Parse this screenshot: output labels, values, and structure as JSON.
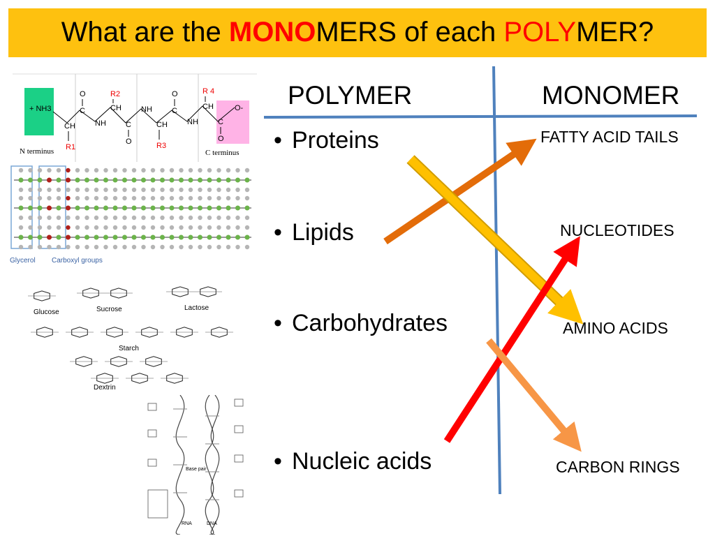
{
  "title": {
    "pre": "What are the ",
    "hl1": "MONO",
    "mid": "MERS of each ",
    "hl2": "POLY",
    "post": "MER?"
  },
  "headers": {
    "polymer": "POLYMER",
    "monomer": "MONOMER"
  },
  "polymers": [
    "Proteins",
    "Lipids",
    "Carbohydrates",
    "Nucleic acids"
  ],
  "monomers": [
    "FATTY ACID TAILS",
    "NUCLEOTIDES",
    "AMINO ACIDS",
    "CARBON RINGS"
  ],
  "protein_fig": {
    "nh3": "+ NH3",
    "nterm": "N terminus",
    "cterm": "C terminus",
    "r1": "R1",
    "r2": "R2",
    "r3": "R3",
    "r4": "R 4",
    "ch": "CH",
    "nh": "NH",
    "c": "C",
    "o": "O",
    "ominus": "O-"
  },
  "lipid_fig": {
    "glycerol": "Glycerol",
    "carboxyl": "Carboxyl groups"
  },
  "carb_fig": {
    "glucose": "Glucose",
    "sucrose": "Sucrose",
    "lactose": "Lactose",
    "starch": "Starch",
    "dextrin": "Dextrin"
  },
  "dna_fig": {
    "rna": "RNA",
    "dna": "DNA",
    "base_pair": "Base pair"
  },
  "colors": {
    "title_bg": "#fec10f",
    "highlight": "#ff0000",
    "divider": "#4f81bd",
    "arrow_lipids": "#e36c09",
    "arrow_proteins": "#ffc000",
    "arrow_nucleic": "#ff0000",
    "arrow_carbs": "#f79646"
  }
}
